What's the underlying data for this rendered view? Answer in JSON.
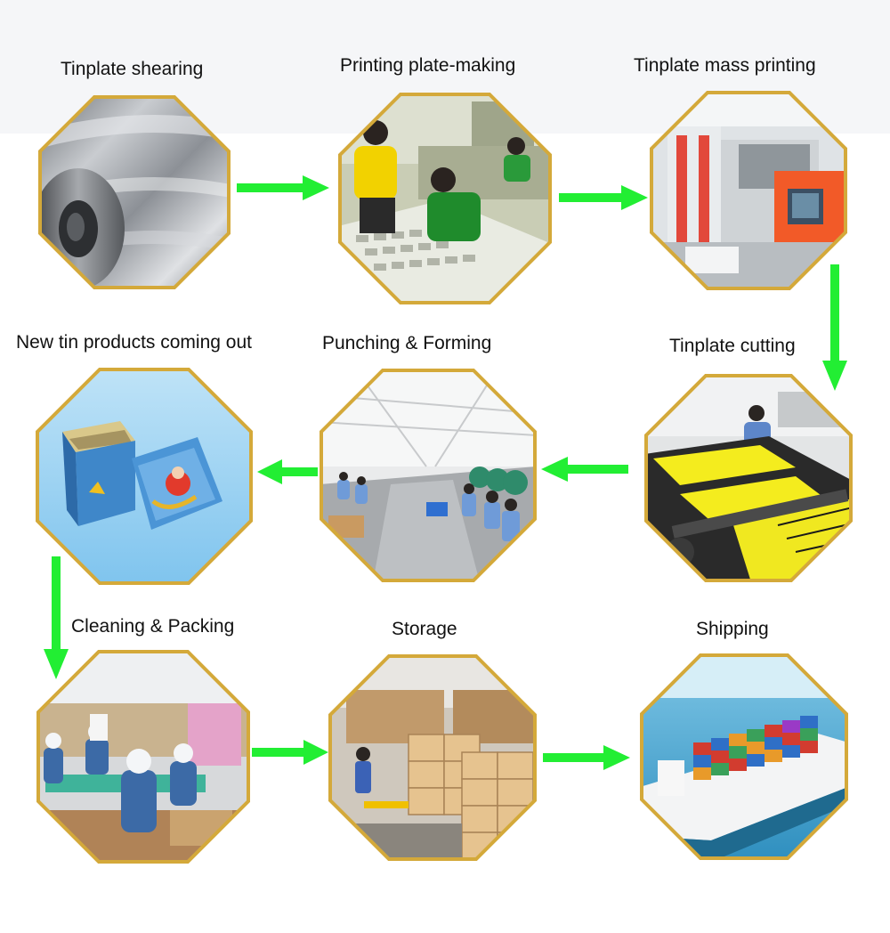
{
  "steps": [
    {
      "label": "Tinplate shearing",
      "photo": "steel-coil-icon"
    },
    {
      "label": "Printing plate-making",
      "photo": "plate-making-workers-icon"
    },
    {
      "label": "Tinplate mass printing",
      "photo": "printing-machine-icon"
    },
    {
      "label": "Tinplate cutting",
      "photo": "cutting-machine-icon"
    },
    {
      "label": "Punching & Forming",
      "photo": "factory-floor-icon"
    },
    {
      "label": "New tin products coming out",
      "photo": "tin-box-icon"
    },
    {
      "label": "Cleaning & Packing",
      "photo": "packing-workers-icon"
    },
    {
      "label": "Storage",
      "photo": "warehouse-boxes-icon"
    },
    {
      "label": "Shipping",
      "photo": "container-ship-icon"
    }
  ],
  "colors": {
    "frame": "#d4a93a",
    "arrow": "#22ee33",
    "band": "#f5f6f8"
  }
}
